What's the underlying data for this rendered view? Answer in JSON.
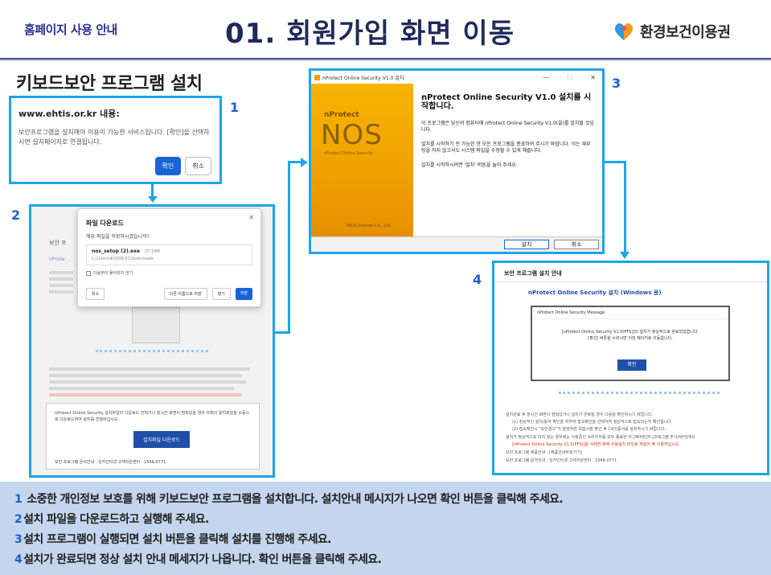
{
  "header": {
    "left_label": "홈페이지 사용 안내",
    "title": "01. 회원가입 화면 이동",
    "logo_text": "환경보건이용권"
  },
  "section_title": "키보드보안 프로그램 설치",
  "step_numbers": [
    "1",
    "2",
    "3",
    "4"
  ],
  "panel1": {
    "title": "www.ehtis.or.kr 내용:",
    "message": "보안프로그램을 설치해야 이용이 가능한 서비스입니다. [확인]을 선택하시면 설치페이지로 연결됩니다.",
    "ok_label": "확인",
    "cancel_label": "취소"
  },
  "panel2": {
    "dialog_title": "파일 다운로드",
    "dialog_question": "해당 파일을 저장하시겠습니까?",
    "file_name": "nos_setup (2).exe",
    "file_size": "27.1MB",
    "file_path": "C:\\Users\\#2009-01\\Downloads",
    "checkbox_label": "다음부터 물어보지 않기",
    "btn_cancel": "취소",
    "btn_save_as": "다른 이름으로 저장",
    "btn_open": "열기",
    "btn_save": "저장",
    "bg_heading": "보안 프",
    "bg_nprotect": "nProte",
    "box_message": "nProtect Online Security 설치파일이 다운로드 안되거나 장시간 화면이 멈춰있을 경우 아래의 설치파일을 수동으로 다운로드하여 설치를 진행하십시오.",
    "box_button": "설치파일 다운로드",
    "box_footer": "보안 프로그램 문의안내 : 잉카인터넷 고객지원센터 : 1566-0771"
  },
  "panel3": {
    "window_title": "nProtect Online Security V1.0 설치",
    "brand": "nProtect",
    "product": "NOS",
    "product_sub": "nProtect Online Security",
    "corp": "INCA Internet Co., Ltd",
    "heading": "nProtect Online Security V1.0 설치를 시작합니다.",
    "text1": "이 프로그램은 당신의 컴퓨터에 nProtect Online Security V1.0(을)를 설치할 것입니다.",
    "text2": "설치를 시작하기 전 가능한 한 모든 프로그램을 종료하여 주시기 바랍니다. 이는 재부팅을 하지 않고서도 시스템 파일을 수정할 수 있게 해줍니다.",
    "text3": "설치를 시작하시려면 '설치' 버튼을 눌러 주세요.",
    "install_label": "설치",
    "cancel_label": "취소"
  },
  "panel4": {
    "heading": "보안 프로그램 설치 안내",
    "subheading": "nProtect Online Security 설치 (Windows 용)",
    "dialog_title": "nProtect Online Security Message",
    "dialog_msg1": "[nProtect Online Security V1.0(PFS)]의 설치가 정상적으로 완료되었습니다.",
    "dialog_msg2": "[확인] 버튼을 누르시면 이전 페이지로 이동합니다.",
    "ok_label": "확인",
    "notes": [
      "설치완료 후 장시간 화면이 멈춰있거나 설치가 반복될 경우 다음을 확인하시기 바랍니다.",
      "(1) 정상적인 설치/동작 확인을 위하여 접속확인을 선택하여 정상적으로 접속되는지 확인합니다.",
      "(2) 접속확인시 \"보안경고\"가 발생하면 위험사항 확인 후 CA인증서를 설치하시기 바랍니다.",
      "설치가 정상적으로 되지 않는 경우에는 사용중인 브라우저를 모두 종료한 뒤 [제어판]의 [프로그램 추가/제거]에서",
      "[nProtect Online Security V1.0(PFS)]를 삭제한 후에 수동설치 파일로 재설치 후 이용하십시오.",
      "보안 프로그램 제품안내 : [제품안내바로가기]",
      "보안 프로그램 문의안내 : 잉카인터넷 고객지원센터 : 1566-0771"
    ]
  },
  "instructions": [
    {
      "num": "1",
      "text": " 소중한 개인정보 보호를 위해 키보드보안 프로그램을 설치합니다. 설치안내 메시지가 나오면 확인 버튼을 클릭해 주세요."
    },
    {
      "num": "2",
      "text": "설치 파일을 다운로드하고 실행해 주세요."
    },
    {
      "num": "3",
      "text": "설치 프로그램이 실행되면 설치 버튼을 클릭해 설치를 진행해 주세요."
    },
    {
      "num": "4",
      "text": "설치가 완료되면 정상 설치 안내 메세지가 나옵니다. 확인 버튼을 클릭해 주세요."
    }
  ],
  "colors": {
    "accent_blue": "#1ba6e8",
    "number_blue": "#1d60c9",
    "title_navy": "#1f2a5c",
    "bottom_bg": "#c4d6ee",
    "nos_orange": "#f0a000"
  }
}
